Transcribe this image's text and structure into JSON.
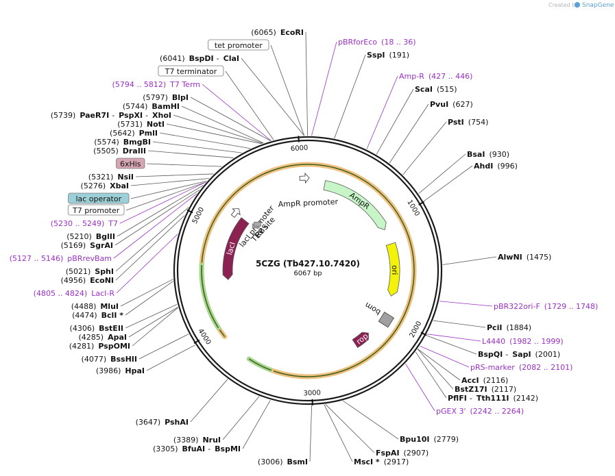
{
  "credit": {
    "prefix": "Created by",
    "brand": "SnapGene"
  },
  "plasmid": {
    "name": "5CZG (Tb427.10.7420)",
    "size_label": "6067 bp",
    "length": 6067
  },
  "colors": {
    "backbone": "#1a1a1a",
    "leader": "#555555",
    "primer": "#9a2fc4",
    "ampr": "#c8f5c8",
    "ori": "#f2f20a",
    "laci": "#8b2252",
    "rop": "#8b2252",
    "bom": "#a0a0a0",
    "orange_primer": "#f0c080",
    "green_primer": "#a8d890"
  },
  "ticks": [
    {
      "pos": 1000,
      "label": "1000"
    },
    {
      "pos": 2000,
      "label": "2000"
    },
    {
      "pos": 3000,
      "label": "3000"
    },
    {
      "pos": 4000,
      "label": "4000"
    },
    {
      "pos": 5000,
      "label": "5000"
    },
    {
      "pos": 6000,
      "label": "6000"
    }
  ],
  "features": [
    {
      "name": "AmpR promoter",
      "start": 6025,
      "end": 6120,
      "type": "promoter",
      "label": "AmpR promoter"
    },
    {
      "name": "AmpR",
      "start": 186,
      "end": 1046,
      "type": "arrow",
      "color": "ampr",
      "label": "AmpR"
    },
    {
      "name": "ori",
      "start": 1217,
      "end": 1805,
      "type": "arrow",
      "color": "ori",
      "label": "ori"
    },
    {
      "name": "bom",
      "start": 2058,
      "end": 2200,
      "type": "box",
      "color": "bom",
      "label": "bom"
    },
    {
      "name": "rop",
      "start": 2290,
      "end": 2480,
      "type": "arrow-rev",
      "color": "rop",
      "label": "rop"
    },
    {
      "name": "lacI",
      "start": 4440,
      "end": 5200,
      "type": "arrow-rev",
      "color": "laci",
      "label": "lacI"
    },
    {
      "name": "lacI promoter",
      "start": 5200,
      "end": 5280,
      "type": "promoter",
      "label": "lacI promoter"
    },
    {
      "name": "RBS",
      "start": 5235,
      "end": 5255,
      "type": "rbs",
      "label": "RBS"
    },
    {
      "name": "TEV site",
      "start": 5270,
      "end": 5290,
      "type": "rbs",
      "label": "TEV site"
    }
  ],
  "primer_tracks": [
    {
      "start": 400,
      "end": 900,
      "color": "orange_primer",
      "strand": 1
    },
    {
      "start": 4900,
      "end": 4440,
      "color": "green_primer",
      "strand": -1
    },
    {
      "start": 3600,
      "end": 3050,
      "color": "green_primer",
      "strand": -1
    },
    {
      "start": 3900,
      "end": 3350,
      "color": "orange_primer",
      "strand": 1
    },
    {
      "start": 4600,
      "end": 4000,
      "color": "green_primer",
      "strand": -1
    }
  ],
  "labels": [
    {
      "parts": [
        {
          "t": "(6065)"
        },
        {
          "t": "EcoRI",
          "b": true
        }
      ]
    },
    {
      "box": "tet promoter",
      "boxcolor": "#ffffff"
    },
    {
      "parts": [
        {
          "t": "(6041)"
        },
        {
          "t": "BspDI",
          "b": true
        },
        {
          "t": "-"
        },
        {
          "t": "ClaI",
          "b": true
        }
      ]
    },
    {
      "box": "T7 terminator",
      "boxcolor": "#ffffff"
    },
    {
      "parts": [
        {
          "t": "(5794 .. 5812)",
          "p": true
        },
        {
          "t": "T7 Term",
          "p": true
        }
      ]
    },
    {
      "parts": [
        {
          "t": "(5797)"
        },
        {
          "t": "BlpI",
          "b": true
        }
      ]
    },
    {
      "parts": [
        {
          "t": "(5744)"
        },
        {
          "t": "BamHI",
          "b": true
        }
      ]
    },
    {
      "parts": [
        {
          "t": "(5739)"
        },
        {
          "t": "PaeR7I",
          "b": true
        },
        {
          "t": "-"
        },
        {
          "t": "PspXI",
          "b": true
        },
        {
          "t": "-"
        },
        {
          "t": "XhoI",
          "b": true
        }
      ]
    },
    {
      "parts": [
        {
          "t": "(5731)"
        },
        {
          "t": "NotI",
          "b": true
        }
      ]
    },
    {
      "parts": [
        {
          "t": "(5642)"
        },
        {
          "t": "PmlI",
          "b": true
        }
      ]
    },
    {
      "parts": [
        {
          "t": "(5574)"
        },
        {
          "t": "BmgBI",
          "b": true
        }
      ]
    },
    {
      "parts": [
        {
          "t": "(5505)"
        },
        {
          "t": "DraIII",
          "b": true
        }
      ]
    },
    {
      "box": "6xHis",
      "boxcolor": "#d7a6b4"
    },
    {
      "parts": [
        {
          "t": "(5321)"
        },
        {
          "t": "NsiI",
          "b": true
        }
      ]
    },
    {
      "parts": [
        {
          "t": "(5276)"
        },
        {
          "t": "XbaI",
          "b": true
        }
      ]
    },
    {
      "box": "lac operator",
      "boxcolor": "#9cd0d8"
    },
    {
      "box": "T7 promoter",
      "boxcolor": "#ffffff"
    },
    {
      "parts": [
        {
          "t": "(5230 .. 5249)",
          "p": true
        },
        {
          "t": "T7",
          "p": true
        }
      ]
    },
    {
      "parts": [
        {
          "t": "(5210)"
        },
        {
          "t": "BglII",
          "b": true
        }
      ]
    },
    {
      "parts": [
        {
          "t": "(5169)"
        },
        {
          "t": "SgrAI",
          "b": true
        }
      ]
    },
    {
      "parts": [
        {
          "t": "(5127 .. 5146)",
          "p": true
        },
        {
          "t": "pBRrevBam",
          "p": true
        }
      ]
    },
    {
      "parts": [
        {
          "t": "(5021)"
        },
        {
          "t": "SphI",
          "b": true
        }
      ]
    },
    {
      "parts": [
        {
          "t": "(4956)"
        },
        {
          "t": "EcoNI",
          "b": true
        }
      ]
    },
    {
      "parts": [
        {
          "t": "(4805 .. 4824)",
          "p": true
        },
        {
          "t": "LacI-R",
          "p": true
        }
      ]
    },
    {
      "parts": [
        {
          "t": "(4488)"
        },
        {
          "t": "MluI",
          "b": true
        }
      ]
    },
    {
      "parts": [
        {
          "t": "(4474)"
        },
        {
          "t": "BclI *",
          "b": true
        }
      ]
    },
    {
      "parts": [
        {
          "t": "(4306)"
        },
        {
          "t": "BstEII",
          "b": true
        }
      ]
    },
    {
      "parts": [
        {
          "t": "(4285)"
        },
        {
          "t": "ApaI",
          "b": true
        }
      ]
    },
    {
      "parts": [
        {
          "t": "(4281)"
        },
        {
          "t": "PspOMI",
          "b": true
        }
      ]
    },
    {
      "parts": [
        {
          "t": "(4077)"
        },
        {
          "t": "BssHII",
          "b": true
        }
      ]
    },
    {
      "parts": [
        {
          "t": "(3986)"
        },
        {
          "t": "HpaI",
          "b": true
        }
      ]
    },
    {
      "parts": [
        {
          "t": "(3647)"
        },
        {
          "t": "PshAI",
          "b": true
        }
      ]
    },
    {
      "parts": [
        {
          "t": "(3389)"
        },
        {
          "t": "NruI",
          "b": true
        }
      ]
    },
    {
      "parts": [
        {
          "t": "(3305)"
        },
        {
          "t": "BfuAI",
          "b": true
        },
        {
          "t": "-"
        },
        {
          "t": "BspMI",
          "b": true
        }
      ]
    },
    {
      "parts": [
        {
          "t": "(3006)"
        },
        {
          "t": "BsmI",
          "b": true
        }
      ]
    },
    {
      "parts": [
        {
          "t": "pBRforEco",
          "p": true
        },
        {
          "t": "(18 .. 36)",
          "p": true
        }
      ]
    },
    {
      "parts": [
        {
          "t": "SspI",
          "b": true
        },
        {
          "t": "(191)"
        }
      ]
    },
    {
      "parts": [
        {
          "t": "Amp-R",
          "p": true
        },
        {
          "t": "(427 .. 446)",
          "p": true
        }
      ]
    },
    {
      "parts": [
        {
          "t": "ScaI",
          "b": true
        },
        {
          "t": "(515)"
        }
      ]
    },
    {
      "parts": [
        {
          "t": "PvuI",
          "b": true
        },
        {
          "t": "(627)"
        }
      ]
    },
    {
      "parts": [
        {
          "t": "PstI",
          "b": true
        },
        {
          "t": "(754)"
        }
      ]
    },
    {
      "parts": [
        {
          "t": "BsaI",
          "b": true
        },
        {
          "t": "(930)"
        }
      ]
    },
    {
      "parts": [
        {
          "t": "AhdI",
          "b": true
        },
        {
          "t": "(996)"
        }
      ]
    },
    {
      "parts": [
        {
          "t": "AlwNI",
          "b": true
        },
        {
          "t": "(1475)"
        }
      ]
    },
    {
      "parts": [
        {
          "t": "pBR322ori-F",
          "p": true
        },
        {
          "t": "(1729 .. 1748)",
          "p": true
        }
      ]
    },
    {
      "parts": [
        {
          "t": "PciI",
          "b": true
        },
        {
          "t": "(1884)"
        }
      ]
    },
    {
      "parts": [
        {
          "t": "L4440",
          "p": true
        },
        {
          "t": "(1982 .. 1999)",
          "p": true
        }
      ]
    },
    {
      "parts": [
        {
          "t": "BspQI",
          "b": true
        },
        {
          "t": "-"
        },
        {
          "t": "SapI",
          "b": true
        },
        {
          "t": "(2001)"
        }
      ]
    },
    {
      "parts": [
        {
          "t": "pRS-marker",
          "p": true
        },
        {
          "t": "(2082 .. 2101)",
          "p": true
        }
      ]
    },
    {
      "parts": [
        {
          "t": "AccI",
          "b": true
        },
        {
          "t": "(2116)"
        }
      ]
    },
    {
      "parts": [
        {
          "t": "BstZ17I",
          "b": true
        },
        {
          "t": "(2117)"
        }
      ]
    },
    {
      "parts": [
        {
          "t": "PflFI",
          "b": true
        },
        {
          "t": "-"
        },
        {
          "t": "Tth111I",
          "b": true
        },
        {
          "t": "(2142)"
        }
      ]
    },
    {
      "parts": [
        {
          "t": "pGEX 3'",
          "p": true
        },
        {
          "t": "(2242 .. 2264)",
          "p": true
        }
      ]
    },
    {
      "parts": [
        {
          "t": "Bpu10I",
          "b": true
        },
        {
          "t": "(2779)"
        }
      ]
    },
    {
      "parts": [
        {
          "t": "FspAI",
          "b": true
        },
        {
          "t": "(2907)"
        }
      ]
    },
    {
      "parts": [
        {
          "t": "MscI *",
          "b": true
        },
        {
          "t": "(2917)"
        }
      ]
    }
  ]
}
